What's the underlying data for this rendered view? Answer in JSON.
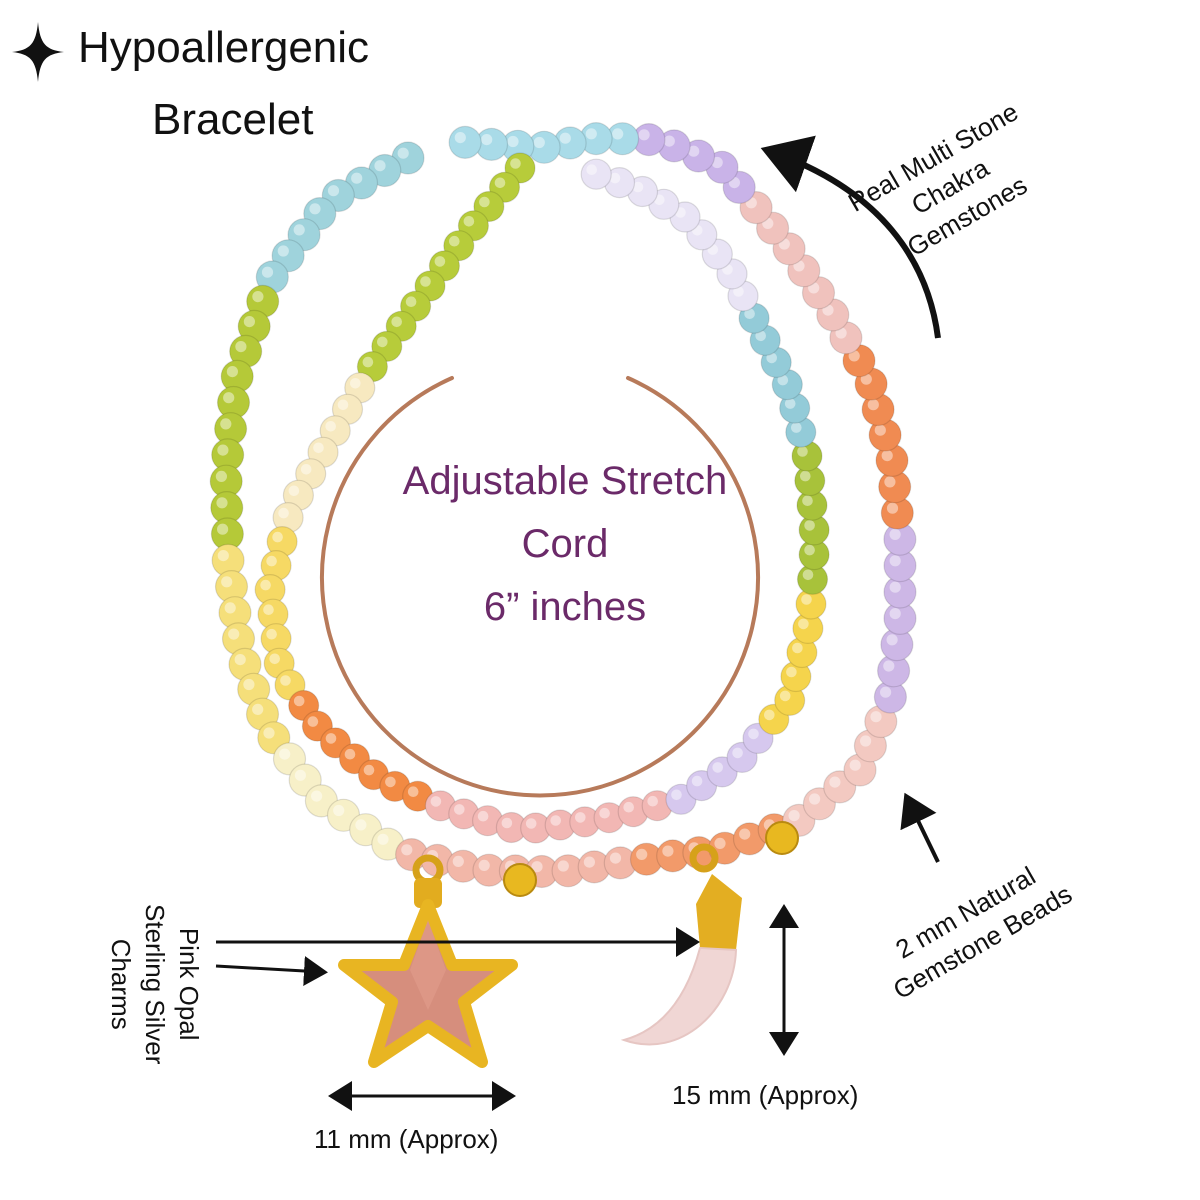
{
  "title": {
    "line1": "Hypoallergenic",
    "line2": "Bracelet",
    "icon": "four-point-sparkle-icon"
  },
  "center": {
    "line1": "Adjustable Stretch",
    "line2": "Cord",
    "line3": "6” inches",
    "color": "#6b2a69",
    "ring_color": "#b77a5a"
  },
  "gemstones": {
    "line1": "Real Multi Stone",
    "line2": "Chakra",
    "line3": "Gemstones"
  },
  "beads": {
    "line1": "2 mm Natural",
    "line2": "Gemstone Beads"
  },
  "charms": {
    "line1": "Pink Opal",
    "line2": "Sterling Silver",
    "line3": "Charms"
  },
  "star_size": "11 mm (Approx)",
  "moon_size": "15 mm (Approx)",
  "colors": {
    "gold": "#e3b322",
    "peach_stone": "#d48c7b",
    "moon_stone": "#f1d8d6"
  }
}
